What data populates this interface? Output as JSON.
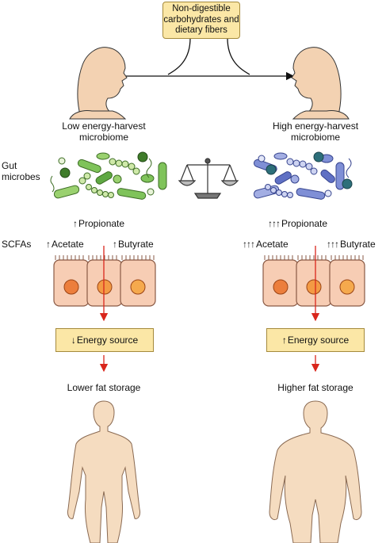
{
  "top_box": {
    "line1": "Non-digestible",
    "line2": "carbohydrates and",
    "line3": "dietary fibers"
  },
  "left": {
    "title_line1": "Low energy-harvest",
    "title_line2": "microbiome",
    "propionate": "Propionate",
    "acetate": "Acetate",
    "butyrate": "Butyrate",
    "propionate_arrows": "↑",
    "acetate_arrows": "↑",
    "butyrate_arrows": "↑",
    "energy_arrow": "↓",
    "energy": "Energy source",
    "fat": "Lower fat storage"
  },
  "right": {
    "title_line1": "High energy-harvest",
    "title_line2": "microbiome",
    "propionate": "Propionate",
    "acetate": "Acetate",
    "butyrate": "Butyrate",
    "propionate_arrows": "↑↑↑",
    "acetate_arrows": "↑↑↑",
    "butyrate_arrows": "↑↑↑",
    "energy_arrow": "↑",
    "energy": "Energy source",
    "fat": "Higher fat storage"
  },
  "side_labels": {
    "gut_line1": "Gut",
    "gut_line2": "microbes",
    "scfas": "SCFAs"
  },
  "colors": {
    "box_fill": "#fbe7a6",
    "left_microbes": "#7fc35a",
    "right_microbes": "#7f8fd6",
    "cell_fill": "#f7cdb4",
    "body_fill": "#f5dcc0",
    "flow_arrow": "#d9261c"
  }
}
